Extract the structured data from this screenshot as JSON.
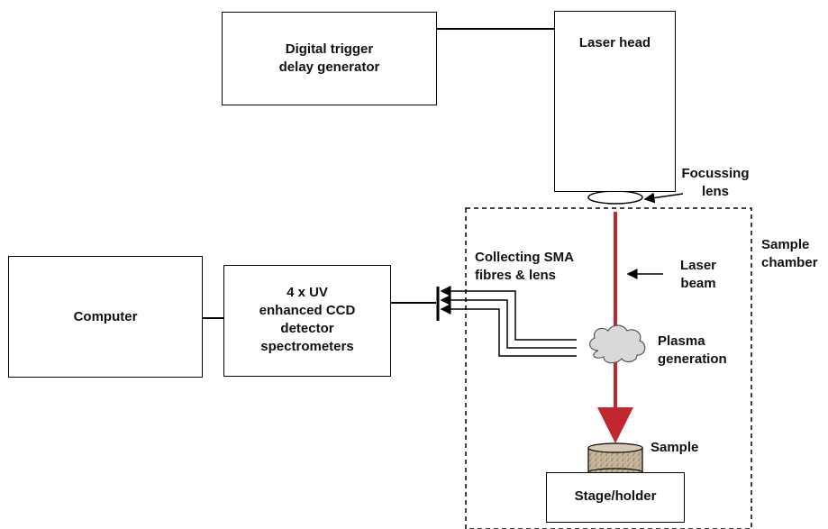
{
  "blocks": {
    "delay_generator": "Digital trigger\ndelay generator",
    "laser_head": "Laser head",
    "computer": "Computer",
    "spectrometers": "4 x UV\nenhanced CCD\ndetector\nspectrometers",
    "stage": "Stage/holder"
  },
  "annotations": {
    "focussing_lens": "Focussing\nlens",
    "sample_chamber": "Sample\nchamber",
    "collecting_fibres": "Collecting SMA\nfibres & lens",
    "laser_beam": "Laser\nbeam",
    "plasma": "Plasma\ngeneration",
    "sample": "Sample"
  },
  "colors": {
    "laser_beam": "#c0282d",
    "lines": "#000000",
    "plasma_fill": "#d9d9d9",
    "sample_fill": "#c9b79c"
  }
}
